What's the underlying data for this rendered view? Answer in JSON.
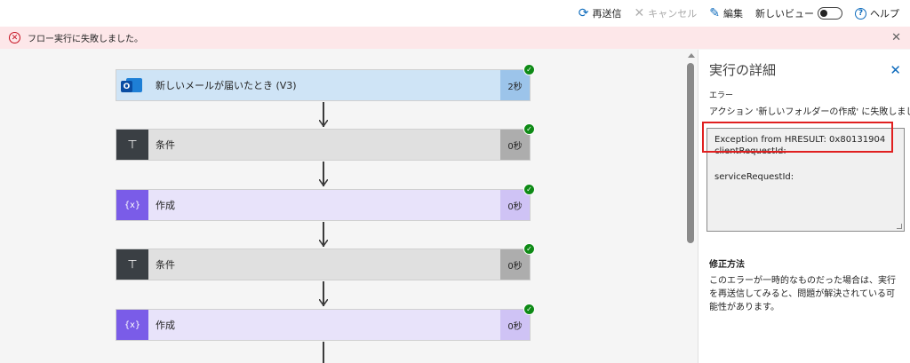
{
  "toolbar": {
    "resubmit_label": "再送信",
    "cancel_label": "キャンセル",
    "edit_label": "編集",
    "new_view_label": "新しいビュー",
    "new_view_on": false,
    "help_label": "ヘルプ"
  },
  "banner": {
    "message": "フロー実行に失敗しました。"
  },
  "flow": {
    "steps": [
      {
        "label": "新しいメールが届いたとき (V3)",
        "duration": "2秒",
        "type": "trigger",
        "status": "succeeded"
      },
      {
        "label": "条件",
        "duration": "0秒",
        "type": "condition",
        "status": "succeeded"
      },
      {
        "label": "作成",
        "duration": "0秒",
        "type": "compose",
        "status": "succeeded"
      },
      {
        "label": "条件",
        "duration": "0秒",
        "type": "condition",
        "status": "succeeded"
      },
      {
        "label": "作成",
        "duration": "0秒",
        "type": "compose",
        "status": "succeeded"
      }
    ]
  },
  "panel": {
    "title": "実行の詳細",
    "error_label": "エラー",
    "error_message": "アクション '新しいフォルダーの作成' に失敗しました",
    "error_details": {
      "line1": "Exception from HRESULT: 0x80131904",
      "line2": "clientRequestId:",
      "line3": "serviceRequestId:"
    },
    "fix_title": "修正方法",
    "fix_text": "このエラーが一時的なものだった場合は、実行を再送信してみると、問題が解決されている可能性があります。"
  },
  "colors": {
    "error": "#c50f1f",
    "success": "#0e8a16",
    "accent": "#0f6cbd",
    "highlight": "#e02020"
  }
}
